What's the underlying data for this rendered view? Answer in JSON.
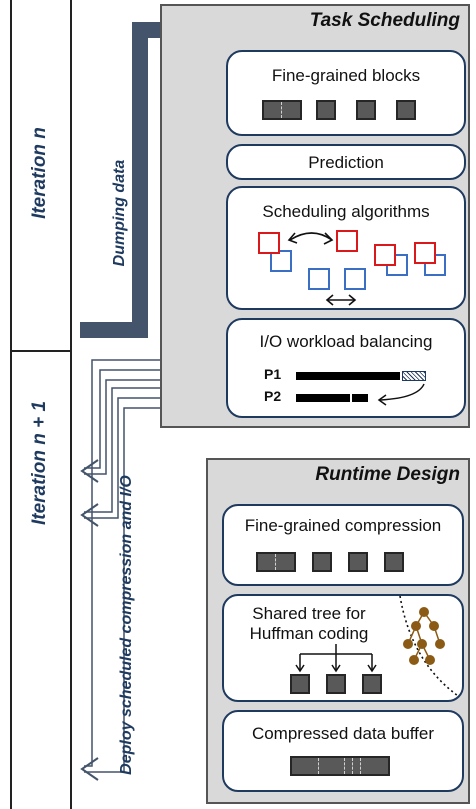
{
  "iterations": {
    "current": "Iteration n",
    "next": "Iteration n + 1"
  },
  "flows": {
    "dumping": "Dumping data",
    "deploy": "Deploy scheduled compression and I/O"
  },
  "task_scheduling": {
    "title": "Task Scheduling",
    "cards": {
      "fine_grained_blocks": "Fine-grained blocks",
      "prediction": "Prediction",
      "scheduling_algorithms": "Scheduling algorithms",
      "io_balancing": "I/O workload balancing"
    },
    "processes": [
      "P1",
      "P2"
    ]
  },
  "runtime_design": {
    "title": "Runtime Design",
    "cards": {
      "fine_grained_compression": "Fine-grained compression",
      "shared_tree_line1": "Shared tree for",
      "shared_tree_line2": "Huffman coding",
      "compressed_buffer": "Compressed data buffer"
    }
  },
  "colors": {
    "navy": "#1f3a5f",
    "panel_gray": "#d9d9d9",
    "block_gray": "#595959",
    "red": "#d9191c",
    "blue": "#3b6fc4",
    "tree_brown": "#8b5a14"
  }
}
